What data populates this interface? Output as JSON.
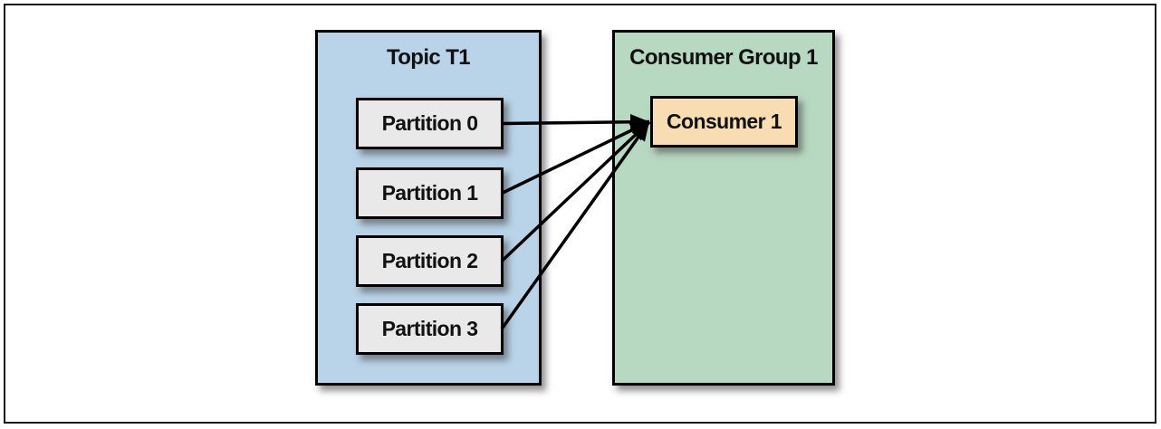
{
  "topic": {
    "title": "Topic T1",
    "fill": "#b9d3e8",
    "partition_fill": "#e9e9e9",
    "partitions": [
      {
        "label": "Partition 0"
      },
      {
        "label": "Partition 1"
      },
      {
        "label": "Partition 2"
      },
      {
        "label": "Partition 3"
      }
    ]
  },
  "consumer_group": {
    "title": "Consumer Group 1",
    "fill": "#b7d8c1",
    "consumer_fill": "#f8dcb2",
    "consumers": [
      {
        "label": "Consumer 1"
      }
    ]
  },
  "edges": [
    {
      "from": "partition-0",
      "to": "consumer-0"
    },
    {
      "from": "partition-1",
      "to": "consumer-0"
    },
    {
      "from": "partition-2",
      "to": "consumer-0"
    },
    {
      "from": "partition-3",
      "to": "consumer-0"
    }
  ],
  "arrow_color": "#000000",
  "frame_color": "#1a1a1a",
  "background": "#ffffff"
}
